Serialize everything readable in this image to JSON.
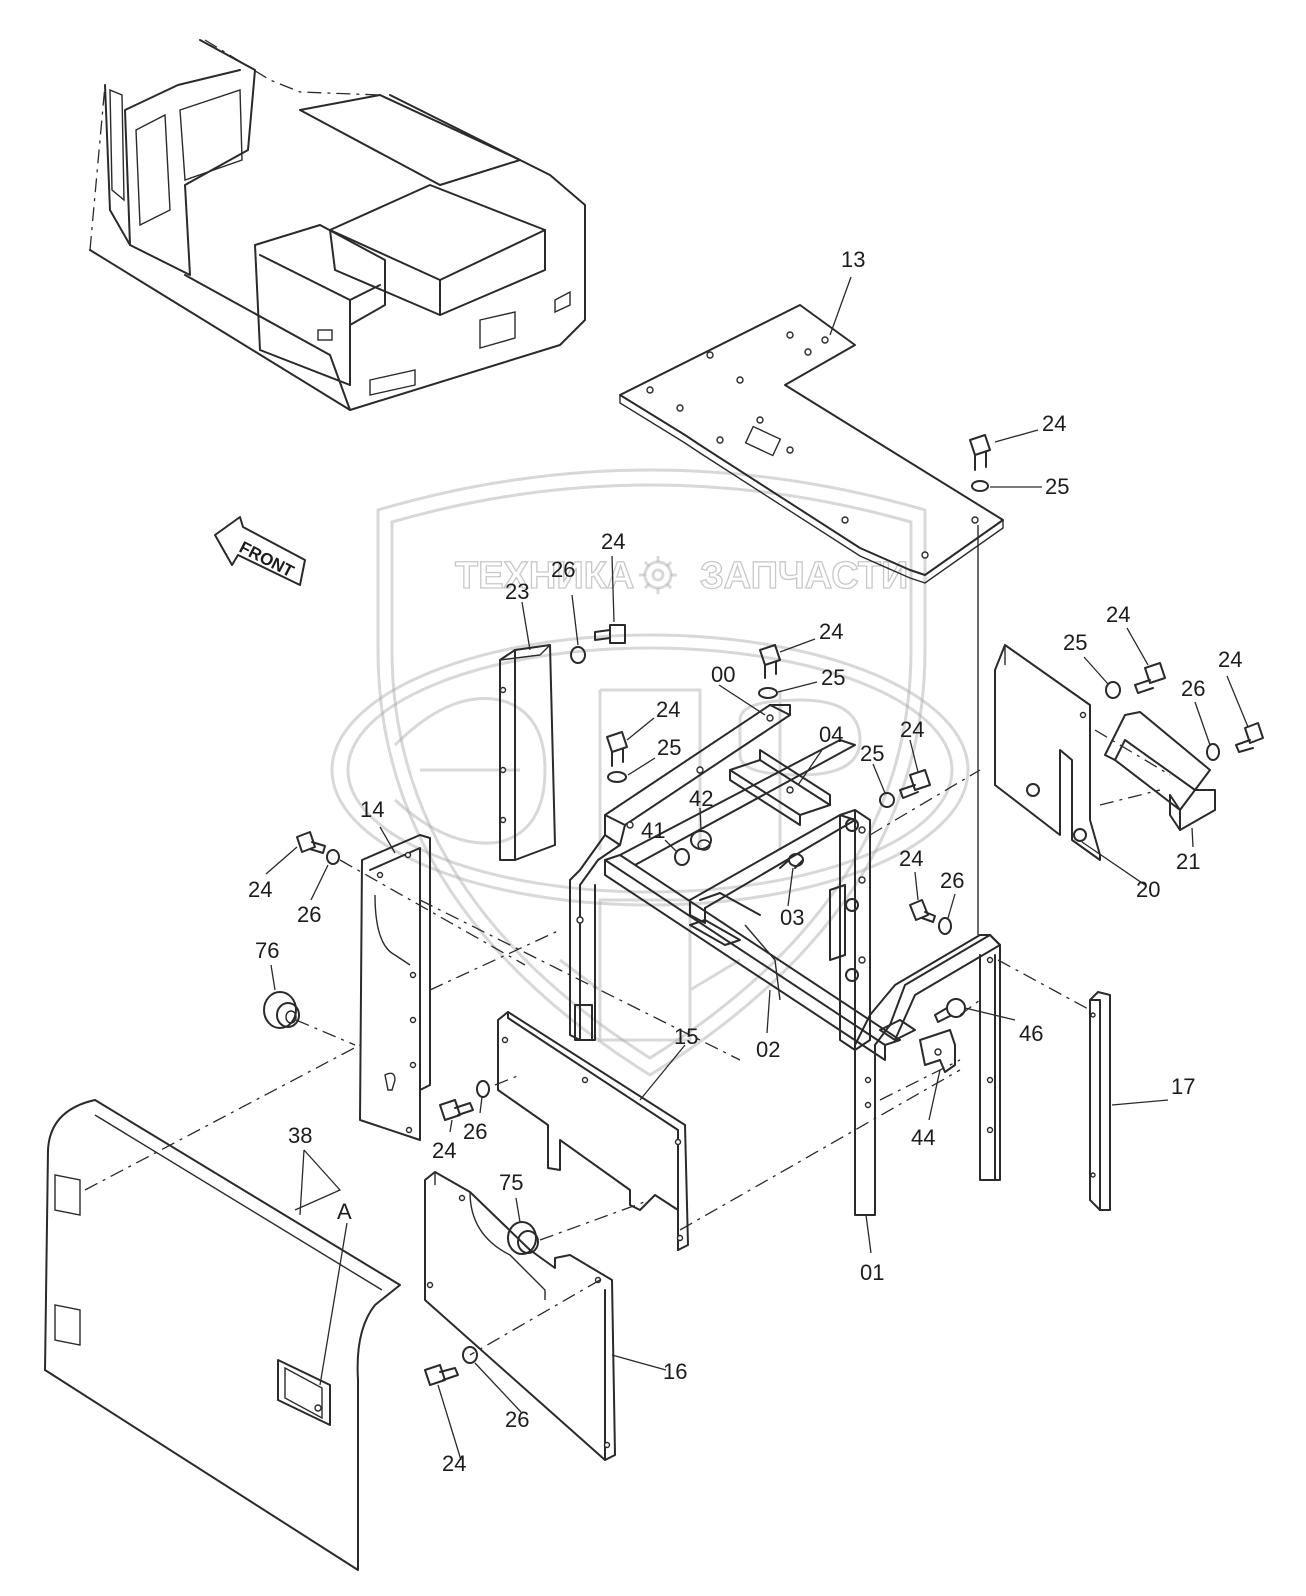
{
  "watermark": {
    "left_word": "ТЕХНИКА",
    "right_word": "ЗАПЧАСТИ",
    "logo_letters": "ЭП"
  },
  "direction_marker": {
    "label": "FRONT"
  },
  "callouts": [
    {
      "id": "c13a",
      "text": "13"
    },
    {
      "id": "c24a",
      "text": "24"
    },
    {
      "id": "c25a",
      "text": "25"
    },
    {
      "id": "c24b",
      "text": "24"
    },
    {
      "id": "c26a",
      "text": "26"
    },
    {
      "id": "c23",
      "text": "23"
    },
    {
      "id": "c24c",
      "text": "24"
    },
    {
      "id": "c25b",
      "text": "25"
    },
    {
      "id": "c00",
      "text": "00"
    },
    {
      "id": "c24d",
      "text": "24"
    },
    {
      "id": "c25c",
      "text": "25"
    },
    {
      "id": "c04",
      "text": "04"
    },
    {
      "id": "c24e",
      "text": "24"
    },
    {
      "id": "c25d",
      "text": "25"
    },
    {
      "id": "c42",
      "text": "42"
    },
    {
      "id": "c41",
      "text": "41"
    },
    {
      "id": "c24f",
      "text": "24"
    },
    {
      "id": "c25e",
      "text": "25"
    },
    {
      "id": "c24g",
      "text": "24"
    },
    {
      "id": "c26b",
      "text": "26"
    },
    {
      "id": "c21",
      "text": "21"
    },
    {
      "id": "c20",
      "text": "20"
    },
    {
      "id": "c14",
      "text": "14"
    },
    {
      "id": "c24h",
      "text": "24"
    },
    {
      "id": "c26c",
      "text": "26"
    },
    {
      "id": "c03",
      "text": "03"
    },
    {
      "id": "c24i",
      "text": "24"
    },
    {
      "id": "c26d",
      "text": "26"
    },
    {
      "id": "c76",
      "text": "76"
    },
    {
      "id": "c46",
      "text": "46"
    },
    {
      "id": "c15",
      "text": "15"
    },
    {
      "id": "c02",
      "text": "02"
    },
    {
      "id": "c17",
      "text": "17"
    },
    {
      "id": "c44",
      "text": "44"
    },
    {
      "id": "c38",
      "text": "38"
    },
    {
      "id": "c24j",
      "text": "24"
    },
    {
      "id": "c26e",
      "text": "26"
    },
    {
      "id": "cA",
      "text": "A"
    },
    {
      "id": "c75",
      "text": "75"
    },
    {
      "id": "c01",
      "text": "01"
    },
    {
      "id": "c16",
      "text": "16"
    },
    {
      "id": "c26f",
      "text": "26"
    },
    {
      "id": "c24k",
      "text": "24"
    }
  ],
  "colors": {
    "line": "#2a2a2a",
    "watermark": "#a8a8a8",
    "background": "#ffffff"
  }
}
